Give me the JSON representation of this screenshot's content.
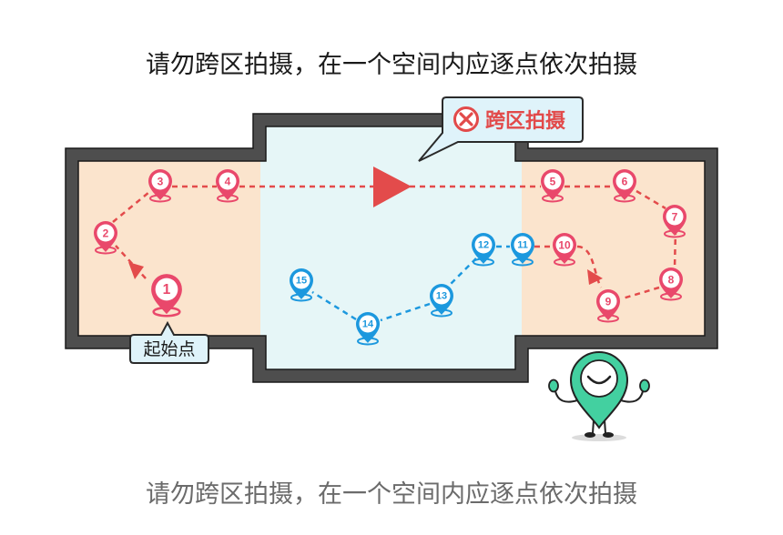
{
  "title": "请勿跨区拍摄，在一个空间内应逐点依次拍摄",
  "caption": "请勿跨区拍摄，在一个空间内应逐点依次拍摄",
  "callout": {
    "label": "跨区拍摄",
    "icon": "error-x-icon"
  },
  "start_label": "起始点",
  "pins": {
    "red": [
      "1",
      "2",
      "3",
      "4",
      "5",
      "6",
      "7",
      "8",
      "9",
      "10"
    ],
    "blue": [
      "11",
      "12",
      "13",
      "14",
      "15"
    ]
  },
  "icons": {
    "pin": "location-pin-icon",
    "direction": "direction-arrow-icon",
    "mascot": "pin-mascot-icon",
    "error": "error-x-icon"
  },
  "colors": {
    "red_pin": "#e9486b",
    "red_path": "#e34b4b",
    "blue_pin": "#1c98de",
    "side_room": "#fbe4cd",
    "center_room": "#e6f6f7",
    "wall": "#4e4e4e",
    "callout_bg": "#dff3fa",
    "mascot": "#43d0a0",
    "caption": "#6b6b6b"
  }
}
